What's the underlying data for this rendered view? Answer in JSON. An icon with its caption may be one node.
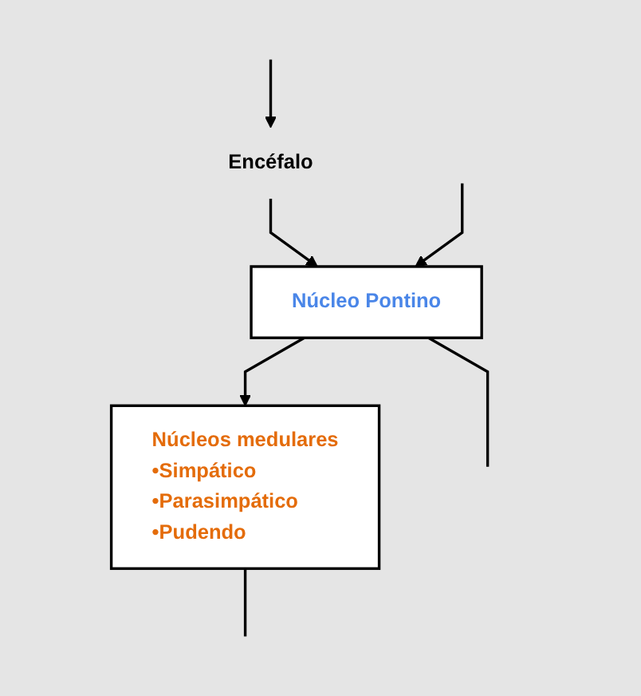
{
  "diagram": {
    "nodes": [
      {
        "text": [
          "Encéfalo"
        ]
      },
      {
        "text": [
          "Núcleo Pontino"
        ]
      },
      {
        "text": [
          "Núcleos medulares",
          "•Simpático",
          "•Parasimpático",
          "•Pudendo"
        ]
      }
    ],
    "edges": [
      {
        "from": null,
        "to": 0,
        "arrow": "to"
      },
      {
        "from": 0,
        "to": 1,
        "arrow": "to"
      },
      {
        "from": 1,
        "to": null,
        "arrow": "none"
      },
      {
        "from": null,
        "to": 1,
        "arrow": "to"
      },
      {
        "from": 1,
        "to": 2,
        "arrow": "to"
      },
      {
        "from": 2,
        "to": null,
        "arrow": "none"
      }
    ]
  }
}
